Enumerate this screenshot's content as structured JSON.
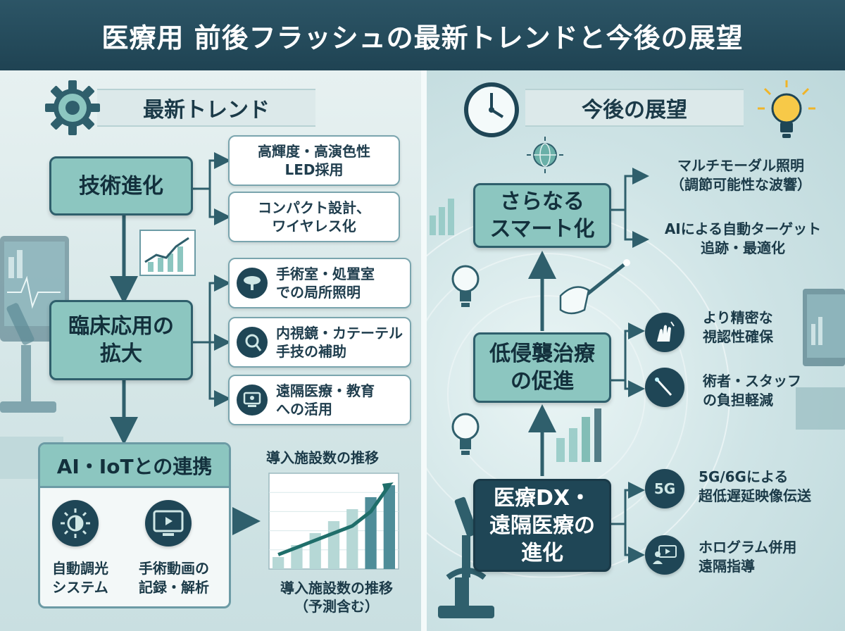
{
  "title": "医療用 前後フラッシュの最新トレンドと今後の展望",
  "left": {
    "banner": "最新トレンド",
    "tech": {
      "label": "技術進化",
      "items": [
        "高輝度・高演色性\nLED採用",
        "コンパクト設計、\nワイヤレス化"
      ]
    },
    "clinical": {
      "label": "臨床応用の\n拡大",
      "items": [
        "手術室・処置室\nでの局所照明",
        "内視鏡・カテーテル\n手技の補助",
        "遠隔医療・教育\nへの活用"
      ]
    },
    "aiiot": {
      "label": "AI・IoTとの連携",
      "items": [
        "自動調光\nシステム",
        "手術動画の\n記録・解析"
      ]
    },
    "chart": {
      "title": "導入施設数の推移",
      "caption": "導入施設数の推移\n（予測含む）"
    }
  },
  "right": {
    "banner": "今後の展望",
    "smart": {
      "label": "さらなる\nスマート化",
      "items": [
        "マルチモーダル照明\n（調節可能性な波響）",
        "AIによる自動ターゲット\n追跡・最適化"
      ]
    },
    "minimal": {
      "label": "低侵襲治療\nの促進",
      "items": [
        "より精密な\n視認性確保",
        "術者・スタッフ\nの負担軽減"
      ]
    },
    "dx": {
      "label": "医療DX・\n遠隔医療の\n進化",
      "items": [
        "5G/6Gによる\n超低遅延映像伝送",
        "ホログラム併用\n遠隔指導"
      ],
      "icon_5g": "5G"
    }
  },
  "colors": {
    "header": "#1f4353",
    "box_teal": "#8cc6c0",
    "box_dark": "#1f4656",
    "border": "#2f5f6c"
  },
  "chart_data": {
    "type": "bar",
    "title": "導入施設数の推移",
    "values": [
      1,
      2,
      3,
      4,
      5,
      6,
      7
    ],
    "trend": [
      1.2,
      1.8,
      2.4,
      3.0,
      3.6,
      4.8,
      7.0
    ],
    "ylim": [
      0,
      8
    ]
  }
}
